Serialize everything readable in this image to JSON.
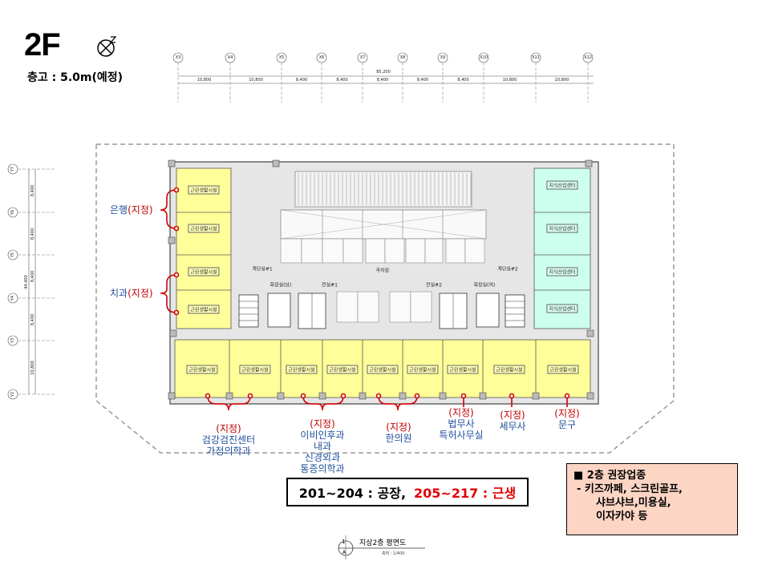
{
  "header": {
    "floor": "2F",
    "height_label": "층고 : 5.0m(예정)"
  },
  "axes": {
    "x": [
      "X3",
      "X4",
      "X5",
      "X6",
      "X7",
      "X8",
      "X9",
      "X10",
      "X11",
      "X12"
    ],
    "y": [
      "Y7",
      "Y6",
      "Y5",
      "Y4",
      "Y3",
      "Y2"
    ],
    "total": "85,200",
    "spans": [
      "10,800",
      "10,800",
      "8,400",
      "8,400",
      "8,400",
      "8,400",
      "8,400",
      "10,800",
      "10,800"
    ],
    "y_total": "44,400",
    "y_spans": [
      "8,400",
      "8,400",
      "8,400",
      "8,400",
      "10,800"
    ]
  },
  "plan": {
    "unit_label": "근린생활시설",
    "knowledge_label": "지식산업센터",
    "stair1": "계단실#1",
    "stair2": "계단실#2",
    "parking": "주차장",
    "restroom_m": "화장실(남)",
    "restroom_f": "화장실(여)",
    "elec1": "전실#1",
    "elec2": "전실#2"
  },
  "annotations": {
    "bank": {
      "name": "은행",
      "tag": "(지정)"
    },
    "dental": {
      "name": "치과",
      "tag": "(지정)"
    },
    "checkup": {
      "tag": "(지정)",
      "line1": "검강검진센터",
      "line2": "가정의학과"
    },
    "clinics": {
      "tag": "(지정)",
      "line1": "이비인후과",
      "line2": "내과",
      "line3": "신경외과",
      "line4": "통증의학과"
    },
    "oriental": {
      "tag": "(지정)",
      "line1": "한의원"
    },
    "legal": {
      "tag": "(지정)",
      "line1": "법무사",
      "line2": "특허사무실"
    },
    "tax": {
      "tag": "(지정)",
      "line1": "세무사"
    },
    "stationery": {
      "tag": "(지정)",
      "line1": "문구"
    }
  },
  "summary": {
    "factory": "201~204 : 공장,",
    "retail": "205~217 : 근생"
  },
  "recommended": {
    "title": "■ 2층 권장업종",
    "items": [
      "-   키즈까페, 스크린골프,",
      "샤브샤브,미용실,",
      "이자카야 등"
    ]
  },
  "caption": {
    "number": "1",
    "sub": "A",
    "title": "지상2층 평면도",
    "scale": "축척 : 1/400"
  },
  "colors": {
    "retail": "#ffff99",
    "knowledge": "#ccffee",
    "annotation_red": "#c00000",
    "annotation_blue": "#1f4e9c",
    "recommend_bg": "#fcd5c4"
  }
}
